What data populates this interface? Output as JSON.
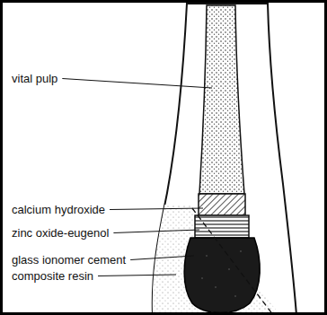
{
  "diagram": {
    "labels": [
      "vital pulp",
      "calcium hydroxide",
      "zinc oxide-eugenol",
      "glass ionomer cement",
      "composite resin"
    ]
  }
}
